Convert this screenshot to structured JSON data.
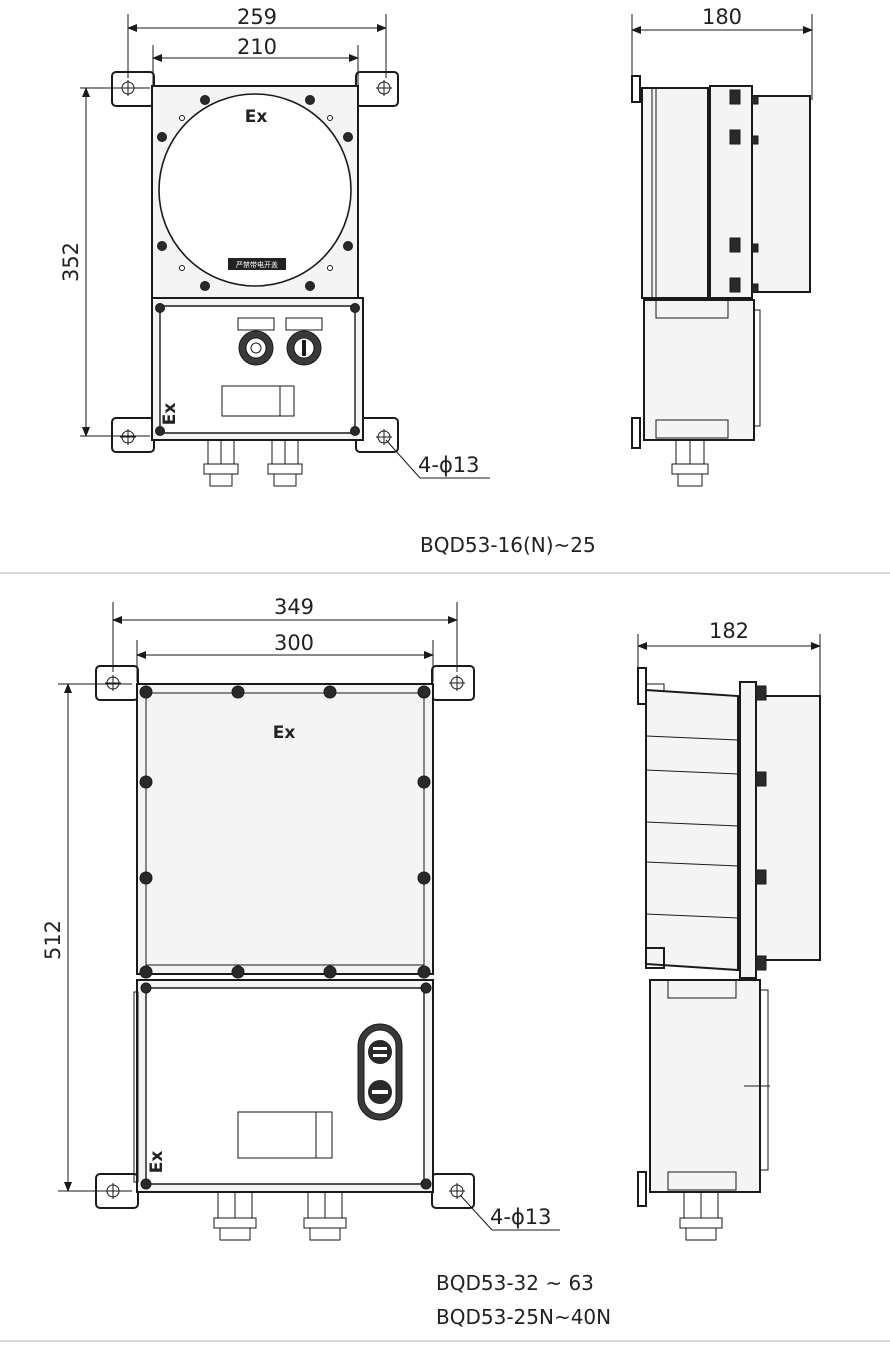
{
  "top": {
    "front": {
      "dim_outer_width": "259",
      "dim_inner_width": "210",
      "dim_height": "352",
      "ex_upper": "Ex",
      "ex_lower": "Ex",
      "nameplate": "严禁带电开盖",
      "holes": "4-ϕ13"
    },
    "side": {
      "dim_depth": "180"
    },
    "caption": "BQD53-16(N)~25"
  },
  "bottom": {
    "front": {
      "dim_outer_width": "349",
      "dim_inner_width": "300",
      "dim_height": "512",
      "ex_upper": "Ex",
      "ex_lower": "Ex",
      "holes": "4-ϕ13"
    },
    "side": {
      "dim_depth": "182"
    },
    "caption_line1": "BQD53-32 ~ 63",
    "caption_line2": "BQD53-25N~40N"
  }
}
